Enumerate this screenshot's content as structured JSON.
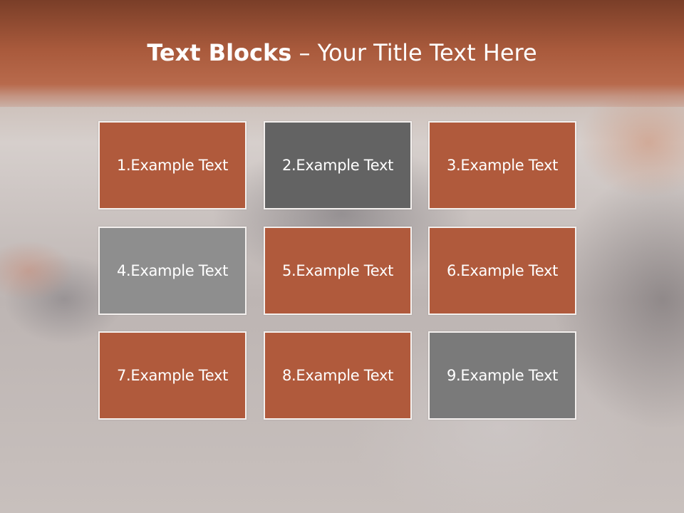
{
  "slide": {
    "title_bold": "Text Blocks",
    "title_dash": " – ",
    "title_rest": "Your Title Text Here"
  },
  "colors": {
    "header": "#a95a3c",
    "block_rust": "#b05a3c",
    "block_dark_gray": "#636363",
    "block_gray": "#8e8e8e",
    "block_mid_gray": "#7a7a7a"
  },
  "blocks": [
    {
      "label": "1.Example Text",
      "color": "rust"
    },
    {
      "label": "2.Example Text",
      "color": "dark_gray"
    },
    {
      "label": "3.Example Text",
      "color": "rust"
    },
    {
      "label": "4.Example Text",
      "color": "gray"
    },
    {
      "label": "5.Example Text",
      "color": "rust"
    },
    {
      "label": "6.Example Text",
      "color": "rust"
    },
    {
      "label": "7.Example Text",
      "color": "rust"
    },
    {
      "label": "8.Example Text",
      "color": "rust"
    },
    {
      "label": "9.Example Text",
      "color": "mid_gray"
    }
  ]
}
